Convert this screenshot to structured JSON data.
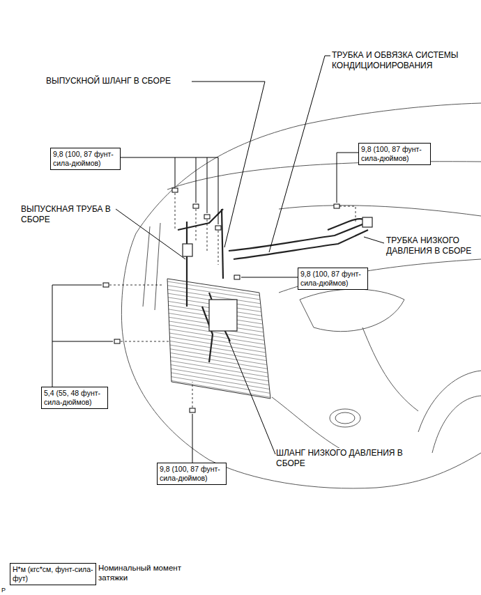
{
  "diagram": {
    "nodes": [
      {
        "text": [
          "9,8 (100, 87 фунт-сила-дюймов)"
        ]
      },
      {
        "text": [
          "9,8 (100, 87 фунт-сила-дюймов)"
        ]
      },
      {
        "text": [
          "9,8 (100, 87 фунт-сила-дюймов)"
        ]
      },
      {
        "text": [
          "5,4 (55, 48 фунт-сила-дюймов)"
        ]
      },
      {
        "text": [
          "9,8 (100, 87 фунт-сила-дюймов)"
        ]
      },
      {
        "text": [
          "Н*м (кгс*см, фунт-сила-фут)"
        ]
      }
    ],
    "labels": [
      "ТРУБКА И ОБВЯЗКА СИСТЕМЫ КОНДИЦИОНИРОВАНИЯ",
      "ВЫПУСКНОЙ ШЛАНГ В СБОРЕ",
      "ВЫПУСКНАЯ ТРУБА В СБОРЕ",
      "ТРУБКА НИЗКОГО ДАВЛЕНИЯ В СБОРЕ",
      "ШЛАНГ НИЗКОГО ДАВЛЕНИЯ В СБОРЕ",
      "Номинальный момент затяжки",
      "P"
    ]
  }
}
